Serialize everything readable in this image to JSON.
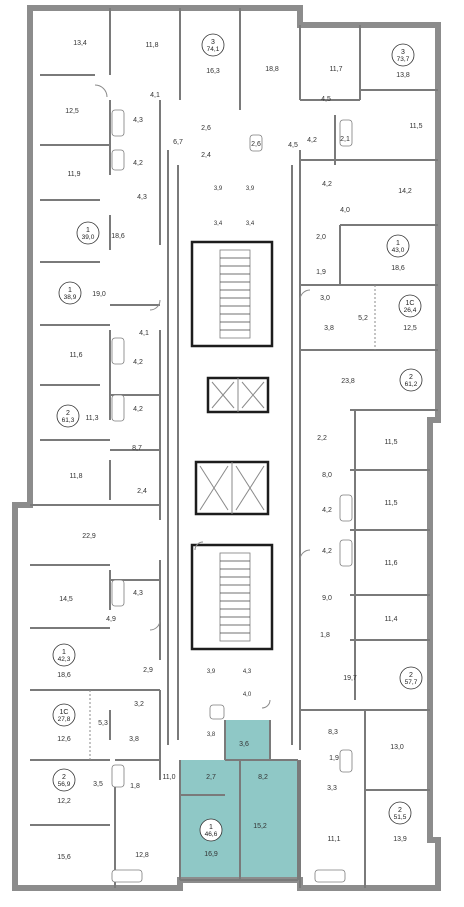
{
  "highlight_color": "#8fc8c6",
  "highlighted_apartment": {
    "rooms": "1",
    "total_area": "46,6"
  },
  "apartments": [
    {
      "rooms": "3",
      "total": "74,1"
    },
    {
      "rooms": "3",
      "total": "73,7"
    },
    {
      "rooms": "1",
      "total": "39,0"
    },
    {
      "rooms": "1",
      "total": "43,0"
    },
    {
      "rooms": "1",
      "total": "38,9"
    },
    {
      "rooms": "1С",
      "total": "26,4"
    },
    {
      "rooms": "2",
      "total": "61,2"
    },
    {
      "rooms": "2",
      "total": "61,3"
    },
    {
      "rooms": "1",
      "total": "42,3"
    },
    {
      "rooms": "2",
      "total": "57,7"
    },
    {
      "rooms": "1С",
      "total": "27,8"
    },
    {
      "rooms": "2",
      "total": "56,9"
    },
    {
      "rooms": "2",
      "total": "51,5"
    },
    {
      "rooms": "1",
      "total": "46,6"
    }
  ],
  "room_labels": [
    "13,4",
    "11,8",
    "16,3",
    "18,8",
    "11,7",
    "13,8",
    "12,5",
    "4,1",
    "4,3",
    "4,2",
    "6,7",
    "2,6",
    "2,4",
    "2,6",
    "4,5",
    "4,5",
    "4,2",
    "2,1",
    "11,5",
    "11,9",
    "4,3",
    "3,9",
    "3,9",
    "4,2",
    "14,2",
    "18,6",
    "3,4",
    "3,4",
    "4,0",
    "2,0",
    "18,6",
    "1,9",
    "19,0",
    "3,0",
    "5,2",
    "4,1",
    "3,8",
    "12,5",
    "11,6",
    "4,2",
    "4,2",
    "23,8",
    "11,3",
    "8,7",
    "2,2",
    "11,5",
    "11,8",
    "2,4",
    "8,0",
    "11,5",
    "22,9",
    "4,2",
    "4,2",
    "11,6",
    "14,5",
    "4,3",
    "9,0",
    "4,9",
    "11,4",
    "18,6",
    "1,8",
    "2,9",
    "19,7",
    "3,2",
    "5,3",
    "3,9",
    "4,3",
    "4,0",
    "8,3",
    "12,6",
    "3,8",
    "3,8",
    "3,6",
    "13,0",
    "2,7",
    "8,2",
    "1,9",
    "3,5",
    "1,8",
    "11,0",
    "3,3",
    "12,2",
    "15,2",
    "11,1",
    "15,6",
    "12,8",
    "16,9",
    "13,9"
  ]
}
